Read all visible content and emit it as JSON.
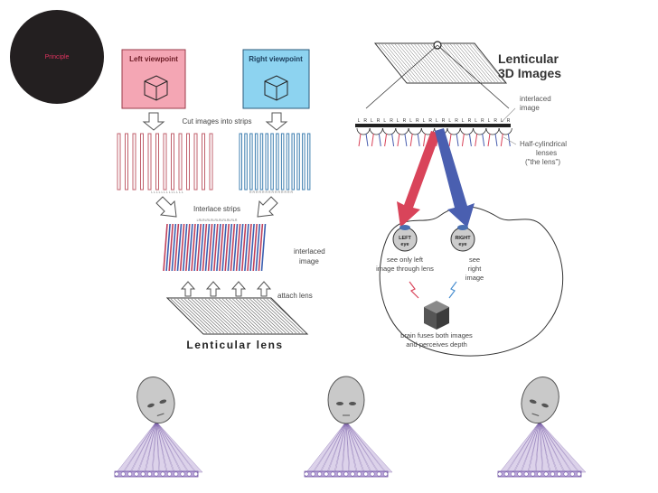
{
  "badge": {
    "label": "Principle"
  },
  "left_diagram": {
    "left_viewpoint": "Left viewpoint",
    "right_viewpoint": "Right viewpoint",
    "step_cut": "Cut images into strips",
    "step_interlace": "Interlace strips",
    "interlaced_image": [
      "interlaced",
      "image"
    ],
    "step_attach": "attach lens",
    "lens_caption": "Lenticular lens",
    "strip_letters_left": "L L L L L L L L L L L L L",
    "strip_letters_right": "R R R R R R R R R R R R R R"
  },
  "right_diagram": {
    "title": [
      "Lenticular",
      "3D Images"
    ],
    "interlaced_label": [
      "interlaced",
      "image"
    ],
    "lens_label": [
      "Half-cylindrical",
      "lenses",
      "(\"the lens\")"
    ],
    "lr_sequence": [
      "L",
      "R",
      "L",
      "R",
      "L",
      "R",
      "L",
      "R",
      "L",
      "R",
      "L",
      "R",
      "L",
      "R",
      "L",
      "R",
      "L",
      "R",
      "L",
      "R",
      "L",
      "R",
      "L",
      "R"
    ],
    "left_eye": [
      "LEFT",
      "eye"
    ],
    "right_eye": [
      "RIGHT",
      "eye"
    ],
    "left_text": [
      "see only left",
      "image through lens"
    ],
    "right_text": [
      "see",
      "right",
      "image"
    ],
    "brain_text": [
      "brain fuses both images",
      "and perceives depth"
    ]
  },
  "colors": {
    "pink": "#f4a6b4",
    "blue": "#8dd3f0",
    "red_arrow": "#d9445a",
    "blue_arrow": "#4a5fb0",
    "fan": "#9b7fc4"
  }
}
